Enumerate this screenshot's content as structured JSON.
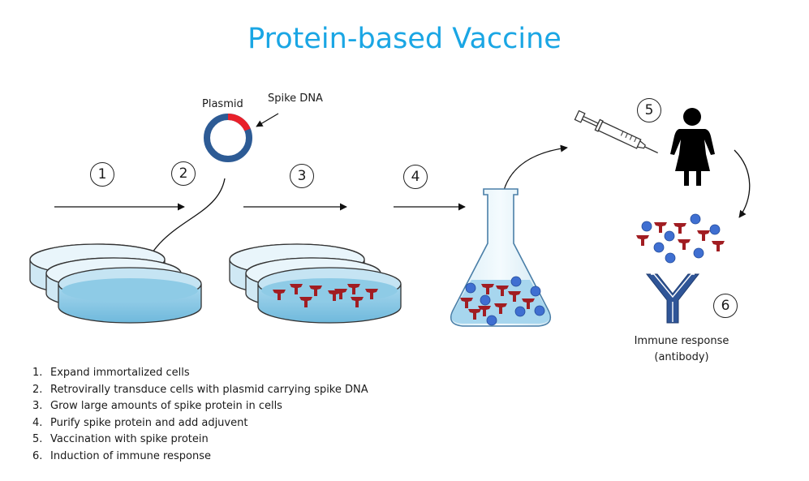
{
  "title": "Protein-based Vaccine",
  "labels": {
    "plasmid": "Plasmid",
    "spike_dna": "Spike DNA",
    "immune_line1": "Immune response",
    "immune_line2": "(antibody)"
  },
  "step_numbers": [
    "1",
    "2",
    "3",
    "4",
    "5",
    "6"
  ],
  "steps": [
    {
      "num": "1.",
      "text": "Expand immortalized cells"
    },
    {
      "num": "2.",
      "text": "Retrovirally transduce cells with plasmid carrying spike DNA"
    },
    {
      "num": "3.",
      "text": "Grow large amounts of spike protein in cells"
    },
    {
      "num": "4.",
      "text": "Purify spike protein and add adjuvent"
    },
    {
      "num": "5.",
      "text": "Vaccination with spike protein"
    },
    {
      "num": "6.",
      "text": "Induction of immune response"
    }
  ],
  "colors": {
    "title": "#1aa6e4",
    "plasmid_ring": "#2d5b95",
    "spike_dna": "#e8202a",
    "spike_protein": "#a11d22",
    "adjuvant_dot": "#3f6fd1",
    "antibody": "#2f5597",
    "medium": "#8ecbe6"
  },
  "icons": [
    "plasmid-icon",
    "petri-dish-icon",
    "flask-icon",
    "syringe-icon",
    "person-icon",
    "antibody-icon",
    "spike-protein-icon"
  ]
}
